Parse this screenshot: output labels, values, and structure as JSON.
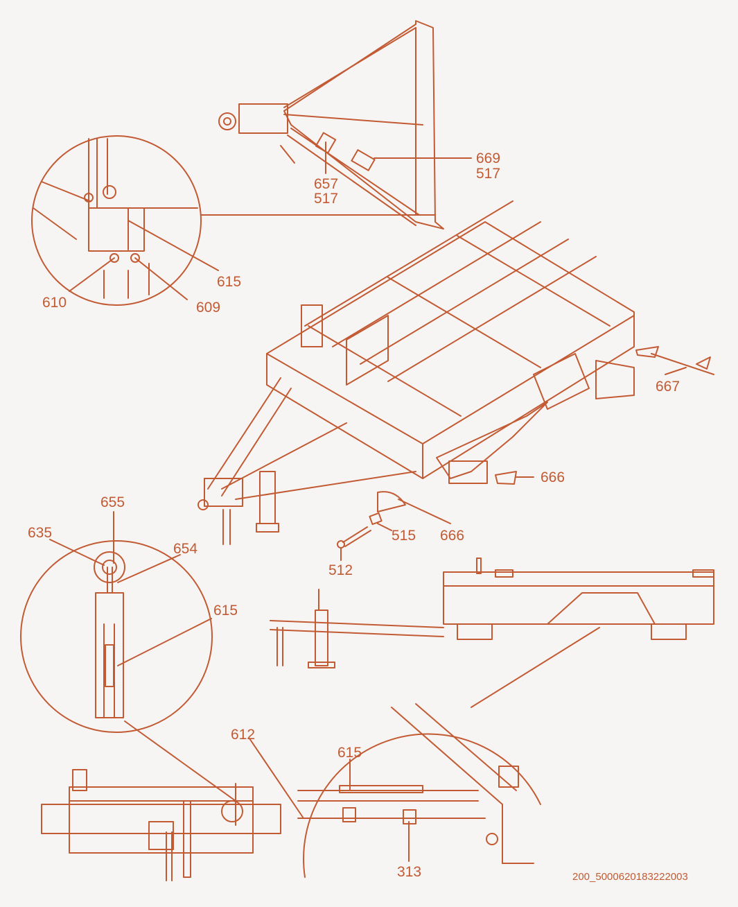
{
  "diagram": {
    "stroke_color": "#c25a33",
    "background": "#f7f5f3",
    "labels": [
      {
        "id": "l669",
        "text": "669"
      },
      {
        "id": "l517a",
        "text": "517"
      },
      {
        "id": "l657",
        "text": "657"
      },
      {
        "id": "l517b",
        "text": "517"
      },
      {
        "id": "l615a",
        "text": "615"
      },
      {
        "id": "l610",
        "text": "610"
      },
      {
        "id": "l609",
        "text": "609"
      },
      {
        "id": "l667",
        "text": "667"
      },
      {
        "id": "l666a",
        "text": "666"
      },
      {
        "id": "l666b",
        "text": "666"
      },
      {
        "id": "l515",
        "text": "515"
      },
      {
        "id": "l512",
        "text": "512"
      },
      {
        "id": "l655",
        "text": "655"
      },
      {
        "id": "l635",
        "text": "635"
      },
      {
        "id": "l654",
        "text": "654"
      },
      {
        "id": "l615b",
        "text": "615"
      },
      {
        "id": "l612",
        "text": "612"
      },
      {
        "id": "l615c",
        "text": "615"
      },
      {
        "id": "l313",
        "text": "313"
      }
    ],
    "document_id": "200_5000620183222003"
  }
}
